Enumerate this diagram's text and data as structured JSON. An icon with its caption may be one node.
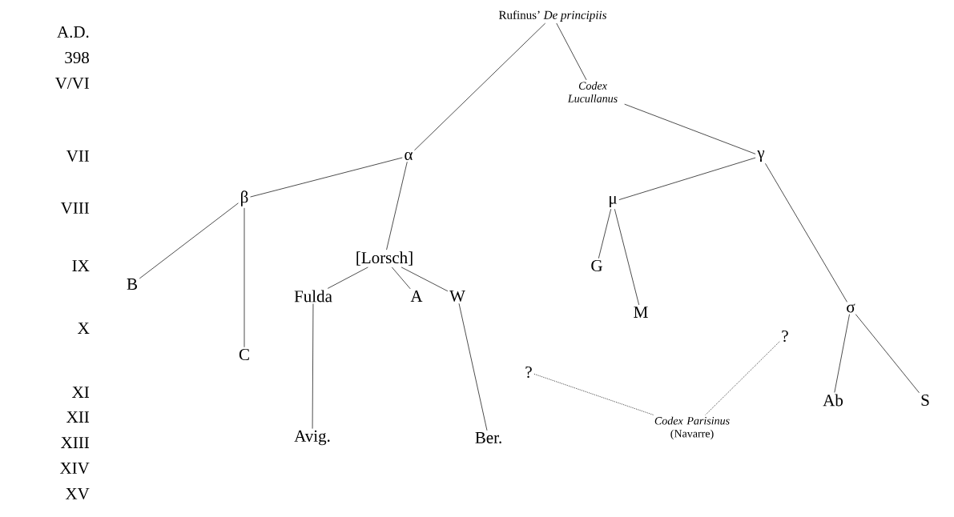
{
  "diagram": {
    "nodes": [
      {
        "text": [
          "Rufinus’ *De principiis*"
        ]
      },
      {
        "text": [
          "Codex Lucullanus"
        ]
      },
      {
        "text": [
          "α"
        ]
      },
      {
        "text": [
          "γ"
        ]
      },
      {
        "text": [
          "β"
        ]
      },
      {
        "text": [
          "μ"
        ]
      },
      {
        "text": [
          "[Lorsch]"
        ]
      },
      {
        "text": [
          "G"
        ]
      },
      {
        "text": [
          "B"
        ]
      },
      {
        "text": [
          "Fulda"
        ]
      },
      {
        "text": [
          "A"
        ]
      },
      {
        "text": [
          "W"
        ]
      },
      {
        "text": [
          "M"
        ]
      },
      {
        "text": [
          "σ"
        ]
      },
      {
        "text": [
          "?"
        ]
      },
      {
        "text": [
          "C"
        ]
      },
      {
        "text": [
          "?"
        ]
      },
      {
        "text": [
          "Ab"
        ]
      },
      {
        "text": [
          "S"
        ]
      },
      {
        "text": [
          "*Codex Parisinus* (Navarre)"
        ]
      },
      {
        "text": [
          "Avig."
        ]
      },
      {
        "text": [
          "Ber."
        ]
      }
    ],
    "edges": [
      {
        "from": 0,
        "to": 2,
        "arrow": "none"
      },
      {
        "from": 0,
        "to": 1,
        "arrow": "none"
      },
      {
        "from": 1,
        "to": 3,
        "arrow": "none"
      },
      {
        "from": 2,
        "to": 4,
        "arrow": "none"
      },
      {
        "from": 2,
        "to": 6,
        "arrow": "none"
      },
      {
        "from": 4,
        "to": 8,
        "arrow": "none"
      },
      {
        "from": 4,
        "to": 15,
        "arrow": "none"
      },
      {
        "from": 6,
        "to": 9,
        "arrow": "none"
      },
      {
        "from": 6,
        "to": 10,
        "arrow": "none"
      },
      {
        "from": 6,
        "to": 11,
        "arrow": "none"
      },
      {
        "from": 9,
        "to": 20,
        "arrow": "none"
      },
      {
        "from": 11,
        "to": 21,
        "arrow": "none"
      },
      {
        "from": 3,
        "to": 5,
        "arrow": "none"
      },
      {
        "from": 3,
        "to": 13,
        "arrow": "none"
      },
      {
        "from": 5,
        "to": 7,
        "arrow": "none"
      },
      {
        "from": 5,
        "to": 12,
        "arrow": "none"
      },
      {
        "from": 13,
        "to": 17,
        "arrow": "none"
      },
      {
        "from": 13,
        "to": 18,
        "arrow": "none"
      },
      {
        "from": 16,
        "to": 19,
        "arrow": "none",
        "style": "dashed"
      },
      {
        "from": 14,
        "to": 19,
        "arrow": "none",
        "style": "dashed"
      }
    ],
    "labels": [
      "A.D.",
      "398",
      "V/VI",
      "VII",
      "VIII",
      "IX",
      "X",
      "XI",
      "XII",
      "XIII",
      "XIV",
      "XV"
    ]
  }
}
